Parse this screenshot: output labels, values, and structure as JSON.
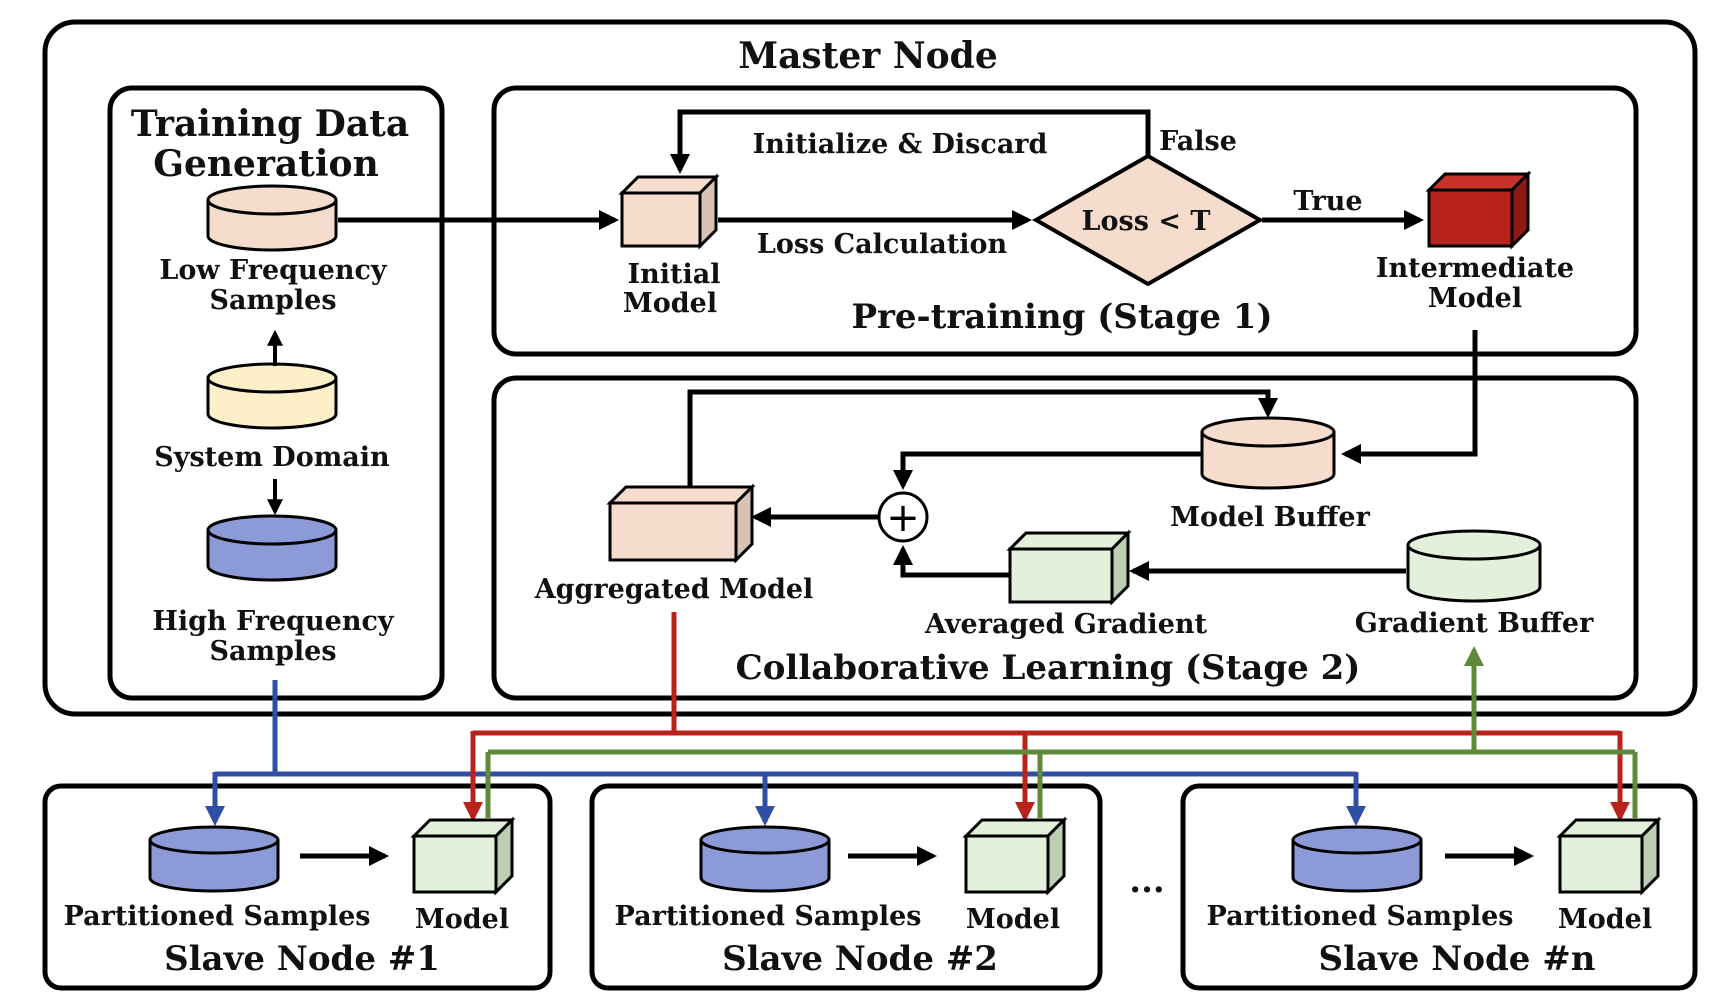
{
  "colors": {
    "black": "#000000",
    "blue_line": "#2f4fa5",
    "red_line": "#b8231c",
    "green_line": "#5f8a3a",
    "peach": "#f6dccc",
    "cream": "#fdf0c8",
    "blue_fill": "#8d9ad8",
    "green_fill": "#e3f0db",
    "red_fill": "#b8231c"
  },
  "master": {
    "title": "Master Node",
    "training": {
      "title_line1": "Training Data",
      "title_line2": "Generation",
      "low_freq_line1": "Low Frequency",
      "low_freq_line2": "Samples",
      "system_domain": "System Domain",
      "high_freq_line1": "High Frequency",
      "high_freq_line2": "Samples"
    },
    "stage1": {
      "title": "Pre-training (Stage 1)",
      "initialize_discard": "Initialize  & Discard",
      "false_label": "False",
      "true_label": "True",
      "loss_calc": "Loss Calculation",
      "decision": "Loss <  T",
      "initial_model_line1": "Initial",
      "initial_model_line2": "Model",
      "intermediate_line1": "Intermediate",
      "intermediate_line2": "Model"
    },
    "stage2": {
      "title": "Collaborative  Learning (Stage 2)",
      "model_buffer": "Model Buffer",
      "aggregated_model": "Aggregated Model",
      "averaged_gradient": "Averaged Gradient",
      "gradient_buffer": "Gradient Buffer",
      "plus_symbol": "+"
    }
  },
  "slaves": [
    {
      "samples_label": "Partitioned Samples",
      "model_label": "Model",
      "title": "Slave Node #1"
    },
    {
      "samples_label": "Partitioned Samples",
      "model_label": "Model",
      "title": "Slave Node #2"
    },
    {
      "samples_label": "Partitioned Samples",
      "model_label": "Model",
      "title": "Slave Node #n"
    }
  ],
  "ellipsis": "..."
}
